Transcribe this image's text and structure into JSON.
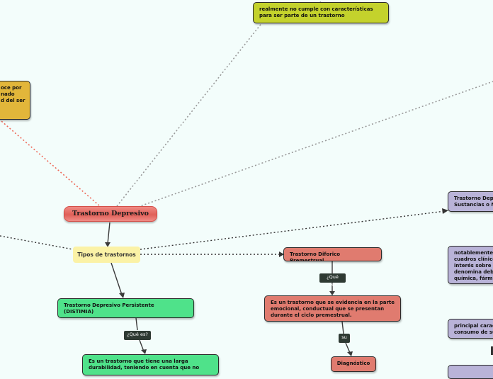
{
  "central": "Trastorno Depresivo",
  "tipos": "Tipos de trastornos",
  "nodes": {
    "top_note": "realmente no cumple con características\npara ser parte de un trastorno",
    "left_note": "oce por\nnado\nd del ser",
    "tdp": "Trastorno Depresivo Persistente\n(DISTIMIA)",
    "tdp_desc": "Es un trastorno que tiene una larga\ndurabilidad, teniendo en cuenta que no",
    "tdpm": "Trastorno Diforico Premestrual",
    "tdpm_desc": "Es un trastorno que se evidencia en la parte\nemocional, conductual que se presentan\ndurante el ciclo premestrual.",
    "diag": "Diagnóstico",
    "sust": "Trastorno Depr\nSustancias o M",
    "notab": "notablemente\ncuadros clínico\ninterés sobre a\ndenomina debi\nquímica, fárma",
    "princ": "principal carac\nconsumo de su"
  },
  "labels": {
    "que_es_1": "¿Qué es?",
    "que_es_2": "¿Qué es?",
    "su": "su"
  },
  "colors": {
    "red_node": "#e07b6f",
    "green_node": "#4fe28a",
    "yellow_green_node": "#c4d22c",
    "gold_node": "#e2b63a",
    "lavender_node": "#b9b3d8",
    "tipos_bg": "#fbf2a6"
  }
}
